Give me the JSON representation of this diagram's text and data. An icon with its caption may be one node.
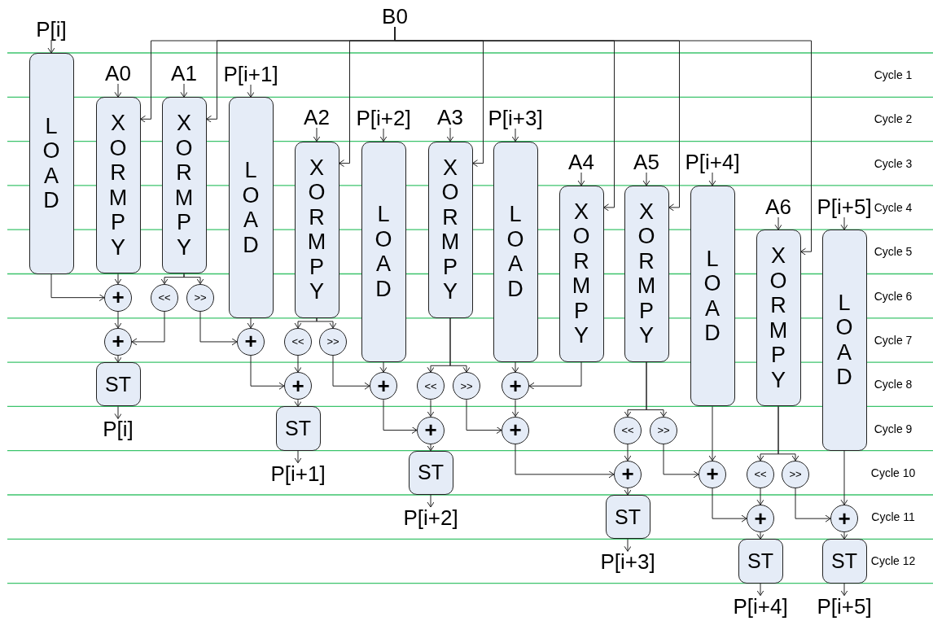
{
  "diagram": {
    "nodes": [
      {
        "text": [
          "B0"
        ]
      },
      {
        "text": [
          "P[i]"
        ]
      },
      {
        "text": [
          "LOAD"
        ]
      },
      {
        "text": [
          "A0"
        ]
      },
      {
        "text": [
          "A1"
        ]
      },
      {
        "text": [
          "P[i+1]"
        ]
      },
      {
        "text": [
          "XORMPY"
        ]
      },
      {
        "text": [
          "XORMPY"
        ]
      },
      {
        "text": [
          "LOAD"
        ]
      },
      {
        "text": [
          "A2"
        ]
      },
      {
        "text": [
          "P[i+2]"
        ]
      },
      {
        "text": [
          "A3"
        ]
      },
      {
        "text": [
          "P[i+3]"
        ]
      },
      {
        "text": [
          "XORMPY"
        ]
      },
      {
        "text": [
          "LOAD"
        ]
      },
      {
        "text": [
          "XORMPY"
        ]
      },
      {
        "text": [
          "LOAD"
        ]
      },
      {
        "text": [
          "A4"
        ]
      },
      {
        "text": [
          "A5"
        ]
      },
      {
        "text": [
          "P[i+4]"
        ]
      },
      {
        "text": [
          "XORMPY"
        ]
      },
      {
        "text": [
          "XORMPY"
        ]
      },
      {
        "text": [
          "LOAD"
        ]
      },
      {
        "text": [
          "A6"
        ]
      },
      {
        "text": [
          "P[i+5]"
        ]
      },
      {
        "text": [
          "XORMPY"
        ]
      },
      {
        "text": [
          "LOAD"
        ]
      },
      {
        "text": [
          "+"
        ]
      },
      {
        "text": [
          "<<"
        ]
      },
      {
        "text": [
          ">>"
        ]
      },
      {
        "text": [
          "+"
        ]
      },
      {
        "text": [
          "+"
        ]
      },
      {
        "text": [
          "<<"
        ]
      },
      {
        "text": [
          ">>"
        ]
      },
      {
        "text": [
          "ST"
        ]
      },
      {
        "text": [
          "+"
        ]
      },
      {
        "text": [
          "+"
        ]
      },
      {
        "text": [
          "<<"
        ]
      },
      {
        "text": [
          ">>"
        ]
      },
      {
        "text": [
          "+"
        ]
      },
      {
        "text": [
          "P[i]"
        ]
      },
      {
        "text": [
          "ST"
        ]
      },
      {
        "text": [
          "+"
        ]
      },
      {
        "text": [
          "+"
        ]
      },
      {
        "text": [
          "<<"
        ]
      },
      {
        "text": [
          ">>"
        ]
      },
      {
        "text": [
          "P[i+1]"
        ]
      },
      {
        "text": [
          "ST"
        ]
      },
      {
        "text": [
          "+"
        ]
      },
      {
        "text": [
          "+"
        ]
      },
      {
        "text": [
          "<<"
        ]
      },
      {
        "text": [
          ">>"
        ]
      },
      {
        "text": [
          "P[i+2]"
        ]
      },
      {
        "text": [
          "ST"
        ]
      },
      {
        "text": [
          "+"
        ]
      },
      {
        "text": [
          "+"
        ]
      },
      {
        "text": [
          "P[i+3]"
        ]
      },
      {
        "text": [
          "ST"
        ]
      },
      {
        "text": [
          "ST"
        ]
      },
      {
        "text": [
          "P[i+4]"
        ]
      },
      {
        "text": [
          "P[i+5]"
        ]
      }
    ],
    "edges": [
      {
        "from": 0,
        "to": 6,
        "arrow": "to"
      },
      {
        "from": 0,
        "to": 7,
        "arrow": "to"
      },
      {
        "from": 0,
        "to": 13,
        "arrow": "to"
      },
      {
        "from": 0,
        "to": 15,
        "arrow": "to"
      },
      {
        "from": 0,
        "to": 20,
        "arrow": "to"
      },
      {
        "from": 0,
        "to": 21,
        "arrow": "to"
      },
      {
        "from": 0,
        "to": 25,
        "arrow": "to"
      },
      {
        "from": 1,
        "to": 2,
        "arrow": "to"
      },
      {
        "from": 3,
        "to": 6,
        "arrow": "to"
      },
      {
        "from": 4,
        "to": 7,
        "arrow": "to"
      },
      {
        "from": 5,
        "to": 8,
        "arrow": "to"
      },
      {
        "from": 9,
        "to": 13,
        "arrow": "to"
      },
      {
        "from": 10,
        "to": 14,
        "arrow": "to"
      },
      {
        "from": 11,
        "to": 15,
        "arrow": "to"
      },
      {
        "from": 12,
        "to": 16,
        "arrow": "to"
      },
      {
        "from": 17,
        "to": 20,
        "arrow": "to"
      },
      {
        "from": 18,
        "to": 21,
        "arrow": "to"
      },
      {
        "from": 19,
        "to": 22,
        "arrow": "to"
      },
      {
        "from": 23,
        "to": 25,
        "arrow": "to"
      },
      {
        "from": 24,
        "to": 26,
        "arrow": "to"
      },
      {
        "from": 2,
        "to": 27,
        "arrow": "to"
      },
      {
        "from": 6,
        "to": 27,
        "arrow": "to"
      },
      {
        "from": 7,
        "to": 28,
        "arrow": "to"
      },
      {
        "from": 7,
        "to": 29,
        "arrow": "to"
      },
      {
        "from": 27,
        "to": 30,
        "arrow": "to"
      },
      {
        "from": 28,
        "to": 30,
        "arrow": "to"
      },
      {
        "from": 30,
        "to": 34,
        "arrow": "to"
      },
      {
        "from": 34,
        "to": 40,
        "arrow": "to"
      },
      {
        "from": 29,
        "to": 31,
        "arrow": "to"
      },
      {
        "from": 8,
        "to": 31,
        "arrow": "to"
      },
      {
        "from": 13,
        "to": 32,
        "arrow": "to"
      },
      {
        "from": 13,
        "to": 33,
        "arrow": "to"
      },
      {
        "from": 31,
        "to": 35,
        "arrow": "to"
      },
      {
        "from": 32,
        "to": 35,
        "arrow": "to"
      },
      {
        "from": 35,
        "to": 41,
        "arrow": "to"
      },
      {
        "from": 41,
        "to": 46,
        "arrow": "to"
      },
      {
        "from": 33,
        "to": 36,
        "arrow": "to"
      },
      {
        "from": 14,
        "to": 36,
        "arrow": "to"
      },
      {
        "from": 15,
        "to": 37,
        "arrow": "to"
      },
      {
        "from": 15,
        "to": 38,
        "arrow": "to"
      },
      {
        "from": 36,
        "to": 42,
        "arrow": "to"
      },
      {
        "from": 37,
        "to": 42,
        "arrow": "to"
      },
      {
        "from": 42,
        "to": 47,
        "arrow": "to"
      },
      {
        "from": 47,
        "to": 52,
        "arrow": "to"
      },
      {
        "from": 38,
        "to": 43,
        "arrow": "to"
      },
      {
        "from": 39,
        "to": 43,
        "arrow": "to"
      },
      {
        "from": 16,
        "to": 39,
        "arrow": "to"
      },
      {
        "from": 20,
        "to": 39,
        "arrow": "to"
      },
      {
        "from": 21,
        "to": 44,
        "arrow": "to"
      },
      {
        "from": 21,
        "to": 45,
        "arrow": "to"
      },
      {
        "from": 43,
        "to": 48,
        "arrow": "to"
      },
      {
        "from": 44,
        "to": 48,
        "arrow": "to"
      },
      {
        "from": 48,
        "to": 53,
        "arrow": "to"
      },
      {
        "from": 53,
        "to": 56,
        "arrow": "to"
      },
      {
        "from": 45,
        "to": 49,
        "arrow": "to"
      },
      {
        "from": 22,
        "to": 49,
        "arrow": "to"
      },
      {
        "from": 25,
        "to": 50,
        "arrow": "to"
      },
      {
        "from": 25,
        "to": 51,
        "arrow": "to"
      },
      {
        "from": 49,
        "to": 54,
        "arrow": "to"
      },
      {
        "from": 50,
        "to": 54,
        "arrow": "to"
      },
      {
        "from": 54,
        "to": 57,
        "arrow": "to"
      },
      {
        "from": 57,
        "to": 59,
        "arrow": "to"
      },
      {
        "from": 51,
        "to": 55,
        "arrow": "to"
      },
      {
        "from": 26,
        "to": 55,
        "arrow": "to"
      },
      {
        "from": 55,
        "to": 58,
        "arrow": "to"
      },
      {
        "from": 58,
        "to": 60,
        "arrow": "to"
      }
    ],
    "labels": [
      "Cycle 1",
      "Cycle 2",
      "Cycle 3",
      "Cycle 4",
      "Cycle 5",
      "Cycle 6",
      "Cycle 7",
      "Cycle 8",
      "Cycle 9",
      "Cycle 10",
      "Cycle 11",
      "Cycle 12"
    ]
  }
}
